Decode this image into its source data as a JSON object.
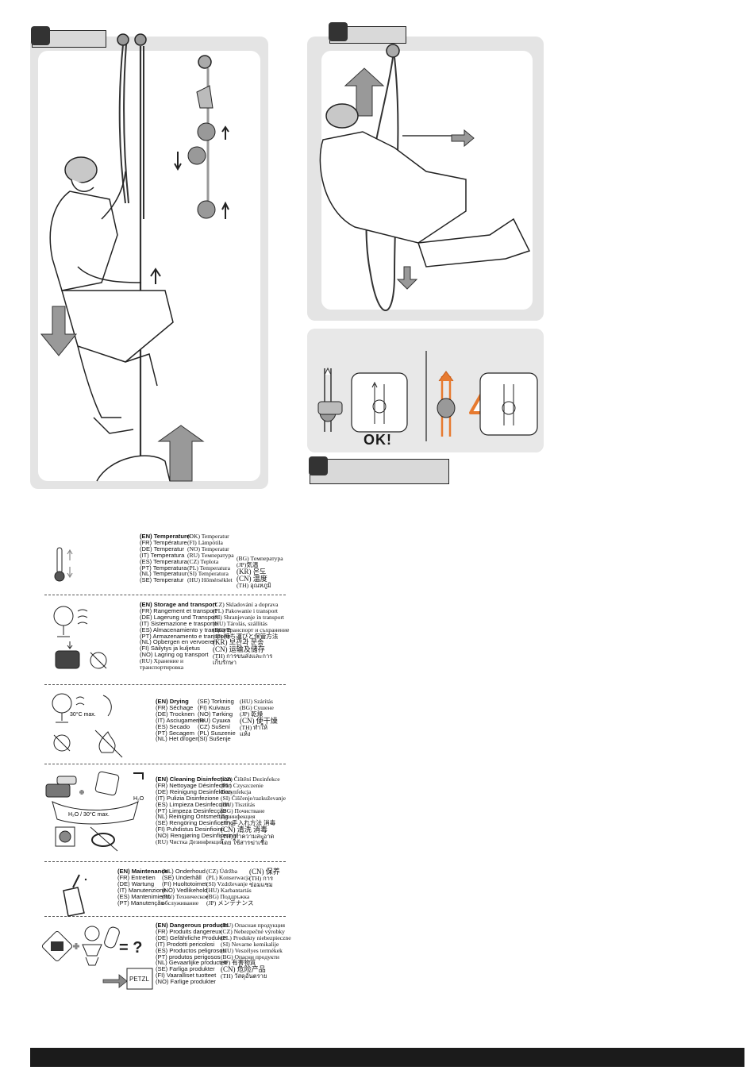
{
  "ok_label": "OK!",
  "petzl_label": "PETZL",
  "temp_label": "30°C max.",
  "water_label": "H₂O / 30°C max.",
  "h2o_label": "H₂O",
  "equals_question": "= ?",
  "care_sections": [
    {
      "columns": [
        [
          "(EN) Temperature",
          "(FR) Température",
          "(DE) Temperatur",
          "(IT) Temperatura",
          "(ES) Temperatura",
          "(PT) Temperatura",
          "(NL) Temperatuur",
          "(SE) Temperatur"
        ],
        [
          "(DK) Temperatur",
          "(FI) Lämpötila",
          "(NO) Temperatur",
          "(RU) Температура",
          "(CZ) Teplota",
          "(PL) Temperatura",
          "(SI) Temperatura",
          "(HU) Hőmérséklet"
        ],
        [
          "(BG) Температура",
          "(JP)気温",
          "(KR) 온도",
          "(CN) 温度",
          "(TH) อุณหภูมิ"
        ]
      ]
    },
    {
      "columns": [
        [
          "(EN) Storage and transport",
          "(FR) Rangement et transport",
          "(DE) Lagerung und Transport",
          "(IT) Sistemazione e trasporto",
          "(ES) Almacenamiento y transporte",
          "(PT) Armazenamento e transporte",
          "(NL) Opbergen en vervoeren",
          "(FI) Säilytys ja kuljetus",
          "(NO) Lagring og transport",
          "(RU) Хранение и",
          "транспортировка"
        ],
        [
          "(CZ) Skladování a doprava",
          "(PL) Pakowanie i transport",
          "(SI) Shranjevanje in transport",
          "(HU) Tárolás, szállítás",
          "(BG) Транспорт и съхранение",
          "(JP) 持ち運びと保管方法",
          "(KR) 보관과 운송",
          "(CN) 运输及储存",
          "(TH) การขนส่งและการ",
          "เก็บรักษา"
        ]
      ]
    },
    {
      "columns": [
        [
          "(EN) Drying",
          "(FR) Séchage",
          "(DE) Trocknen",
          "(IT) Asciugamento",
          "(ES) Secado",
          "(PT) Secagem",
          "(NL) Het drogen"
        ],
        [
          "(SE) Torkning",
          "(FI) Kuivaus",
          "(NO) Tørking",
          "(RU) Сушка",
          "(CZ) Sušení",
          "(PL) Suszenie",
          "(SI) Sušenje"
        ],
        [
          "(HU) Szárítás",
          "(BG) Сушене",
          "(JP) 乾燥",
          "(CN) 使干燥",
          "(TH) ทำให้",
          "แห้ง"
        ]
      ]
    },
    {
      "columns": [
        [
          "(EN) Cleaning Disinfection",
          "(FR) Nettoyage Désinfection",
          "(DE) Reinigung Desinfektion",
          "(IT) Pulizia Disinfezione",
          "(ES) Limpieza Desinfección",
          "(PT) Limpeza Desinfecção",
          "(NL) Reiniging Ontsmetting",
          "(SE) Rengöring Desinficering",
          "(FI) Puhdistus Desinfiointi",
          "(NO) Rengjøring Desinfisering",
          "(RU) Чистка Дезинфекция"
        ],
        [
          "(CZ) Čištění Dezinfekce",
          "(PL) Czyszczenie",
          "Dezynfekcja",
          "(SI) Čiščenje/razkuževanje",
          "(HU) Tisztítás",
          "(BG) Почистване",
          "Дезинфекция",
          "(JP) 手入れ方法 消毒",
          "(CN) 清洗 消毒",
          "(TH) ทำความสะอาด",
          "โดย ใช้สารฆ่าเชื้อ"
        ]
      ]
    },
    {
      "columns": [
        [
          "(EN) Maintenance",
          "(FR) Entretien",
          "(DE) Wartung",
          "(IT) Manutenzione",
          "(ES) Mantenimiento",
          "(PT) Manutenção"
        ],
        [
          "(NL) Onderhoud",
          "(SE) Underhåll",
          "(FI) Huoltotoimet",
          "(NO) Vedlikehold",
          "(RU) Техническое",
          "обслуживание"
        ],
        [
          "(CZ) Údržba",
          "(PL) Konserwacja",
          "(SI) Vzdrževanje",
          "(HU) Karbantartás",
          "(BG) Поддръжка",
          "(JP) メンテナンス"
        ],
        [
          "(CN) 保养",
          "(TH) การ",
          "ซ่อมแซม"
        ]
      ]
    },
    {
      "columns": [
        [
          "(EN) Dangerous products",
          "(FR) Produits dangereux",
          "(DE) Gefährliche Produkte",
          "(IT) Prodotti pericolosi",
          "(ES) Productos peligrosos",
          "(PT) produtos perigosos",
          "(NL) Gevaarlijke producten",
          "(SE) Farliga produkter",
          "(FI) Vaaralliset tuotteet",
          "(NO) Farlige produkter"
        ],
        [
          "(RU) Опасная продукция",
          "(CZ) Nebezpečné výrobky",
          "(PL) Produkty niebezpieczne",
          "(SI) Nevarne kemikalije",
          "(HU) Veszélyes termékek",
          "(BG) Опасни продукти",
          "(JP) 有害物質",
          "(CN) 危险产品",
          "(TH) วัสดุอันตราย"
        ]
      ]
    }
  ]
}
